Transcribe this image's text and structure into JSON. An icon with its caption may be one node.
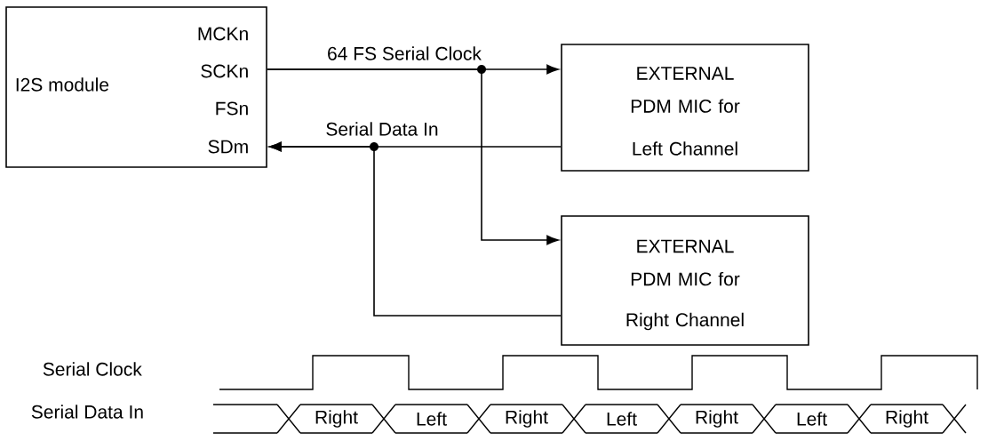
{
  "diagram": {
    "nodes": [
      {
        "text": [
          "I2S  module",
          "MCKn",
          "SCKn",
          "FSn",
          "SDm"
        ]
      },
      {
        "text": [
          "EXTERNAL PDM MIC  for",
          "Left Channel"
        ]
      },
      {
        "text": [
          "EXTERNAL PDM MIC  for",
          "Right Channel"
        ]
      }
    ],
    "edges": [
      {
        "from": 0,
        "to": 1,
        "arrow": "to",
        "label": "64  FS  Serial Clock"
      },
      {
        "from": 0,
        "to": 2,
        "arrow": "to"
      },
      {
        "from": 1,
        "to": 0,
        "arrow": "to",
        "label": "Serial Data  In"
      },
      {
        "from": 2,
        "to": 0,
        "arrow": "to"
      }
    ],
    "labels": [
      "Serial Clock",
      "Serial Data  In",
      "Right",
      "Left",
      "Right",
      "Left",
      "Right",
      "Left",
      "Right"
    ]
  }
}
